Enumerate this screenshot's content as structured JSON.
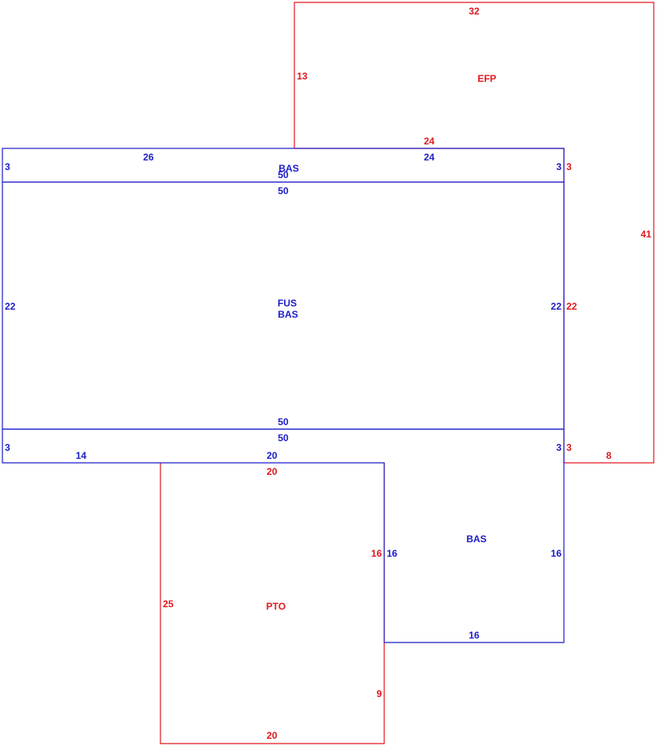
{
  "colors": {
    "red": "#e0181f",
    "blue": "#1c1cc8"
  },
  "areas": {
    "efp": {
      "label": "EFP",
      "dims": {
        "top": "32",
        "left": "13",
        "bottom_inner": "24",
        "right_step": "3",
        "right_mid": "22",
        "right_low": "3",
        "right_outer": "41",
        "bottom_right": "8"
      }
    },
    "bas_top": {
      "label": "BAS",
      "dims": {
        "top_left": "26",
        "top_right": "24",
        "left": "3",
        "right": "3",
        "bottom": "50"
      }
    },
    "fus_bas": {
      "label_1": "FUS",
      "label_2": "BAS",
      "dims": {
        "top": "50",
        "left": "22",
        "right": "22",
        "bottom": "50"
      }
    },
    "bas_lower": {
      "label": "BAS",
      "dims": {
        "top": "50",
        "left": "3",
        "right": "3",
        "bottom_left": "14",
        "bottom_mid": "20",
        "inner_left": "16",
        "right_long": "16",
        "bottom": "16"
      }
    },
    "pto": {
      "label": "PTO",
      "dims": {
        "top": "20",
        "left": "25",
        "right_top": "16",
        "right_bottom": "9",
        "bottom": "20"
      }
    }
  }
}
